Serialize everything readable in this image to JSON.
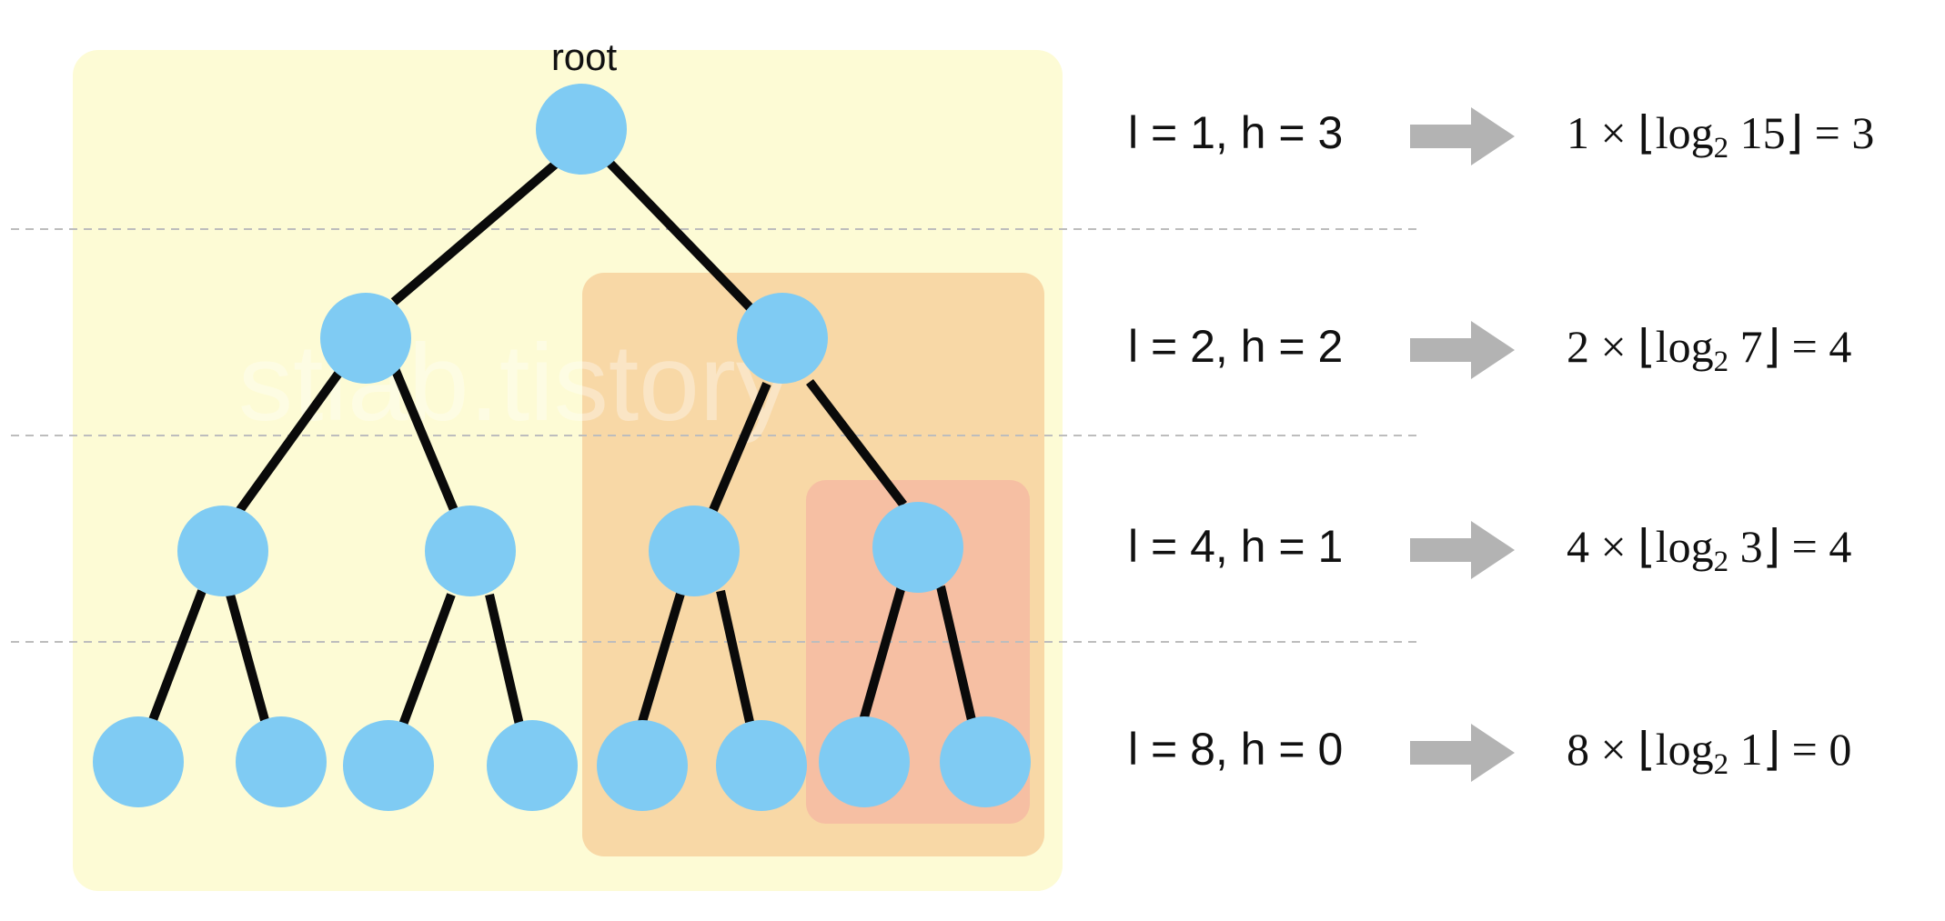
{
  "root_label": "root",
  "watermark": "stlab.tistory",
  "colors": {
    "outer_box": "#fdfbd5",
    "mid_box": "#f8d8a6",
    "inner_box": "#f6bfa3",
    "node": "#7fcbf3",
    "edge": "#0a0a0a",
    "divider": "#bdbdbd",
    "arrow": "#b3b3b3"
  },
  "levels": [
    {
      "label": "l = 1, h = 3",
      "coef": "1",
      "arg": "15",
      "result": "3"
    },
    {
      "label": "l = 2, h = 2",
      "coef": "2",
      "arg": "7",
      "result": "4"
    },
    {
      "label": "l = 4, h = 1",
      "coef": "4",
      "arg": "3",
      "result": "4"
    },
    {
      "label": "l = 8, h = 0",
      "coef": "8",
      "arg": "1",
      "result": "0"
    }
  ],
  "formula_parts": {
    "times": "×",
    "lfloor": "⌊",
    "log": "log",
    "base": "2",
    "rfloor": "⌋",
    "equals": "="
  }
}
